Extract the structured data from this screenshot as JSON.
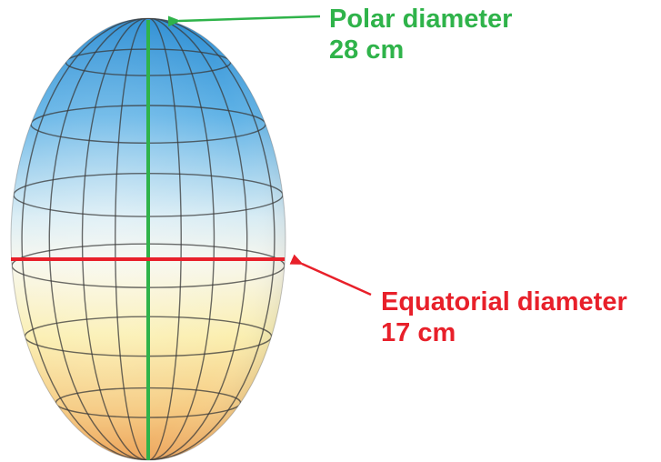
{
  "polar": {
    "title": "Polar diameter",
    "value": "28 cm",
    "color": "#2fb34a"
  },
  "equatorial": {
    "title": "Equatorial diameter",
    "value": "17 cm",
    "color": "#e8202a"
  },
  "ellipsoid": {
    "top_color": "#2e8fd6",
    "mid_color": "#ffffff",
    "bottom_color": "#f0a860",
    "grid_color": "#3a3a3a"
  }
}
